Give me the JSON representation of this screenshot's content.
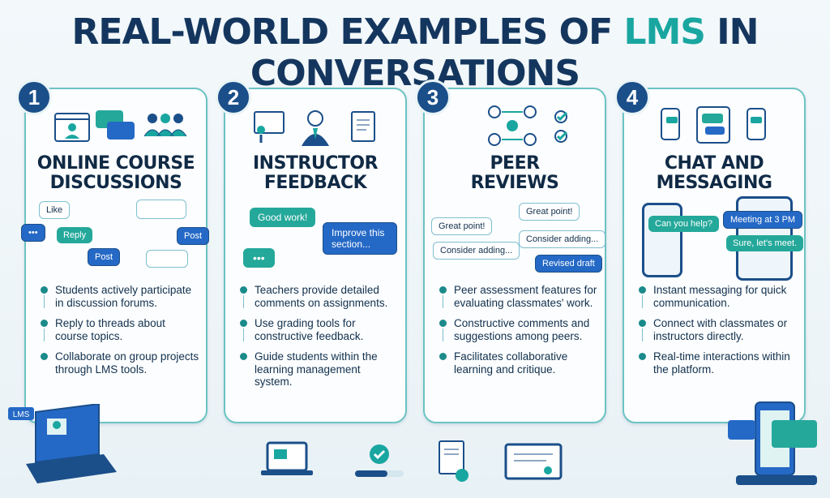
{
  "title": {
    "part1": "REAL-WORLD EXAMPLES OF ",
    "highlight": "LMS",
    "part2": " IN CONVERSATIONS"
  },
  "cards": [
    {
      "number": "1",
      "title_line1": "ONLINE COURSE",
      "title_line2": "DISCUSSIONS",
      "bubbles": {
        "like": "Like",
        "reply": "Reply",
        "post1": "Post",
        "post2": "Post",
        "dots": "•••"
      },
      "bullets": [
        "Students actively participate in discussion forums.",
        "Reply to threads about course topics.",
        "Collaborate on group projects through LMS tools."
      ]
    },
    {
      "number": "2",
      "title_line1": "INSTRUCTOR",
      "title_line2": "FEEDBACK",
      "bubbles": {
        "good": "Good work!",
        "improve": "Improve this section...",
        "dots": "•••"
      },
      "bullets": [
        "Teachers provide detailed comments on assignments.",
        "Use grading tools for constructive feedback.",
        "Guide students within the learning management system."
      ]
    },
    {
      "number": "3",
      "title_line1": "PEER",
      "title_line2": "REVIEWS",
      "bubbles": {
        "gp1": "Great point!",
        "gp2": "Great point!",
        "ca1": "Consider adding...",
        "ca2": "Consider adding...",
        "revised": "Revised draft"
      },
      "bullets": [
        "Peer assessment features for evaluating classmates' work.",
        "Constructive comments and suggestions among peers.",
        "Facilitates collaborative learning and critique."
      ]
    },
    {
      "number": "4",
      "title_line1": "CHAT AND",
      "title_line2": "MESSAGING",
      "bubbles": {
        "help": "Can you help?",
        "meeting": "Meeting at 3 PM",
        "sure": "Sure, let's meet."
      },
      "bullets": [
        "Instant messaging for quick communication.",
        "Connect with classmates or instructors directly.",
        "Real-time interactions within the platform."
      ]
    }
  ],
  "lms_label": "LMS",
  "colors": {
    "navy": "#1b4f8a",
    "teal": "#1aa6a0",
    "border": "#6cc3c3"
  }
}
